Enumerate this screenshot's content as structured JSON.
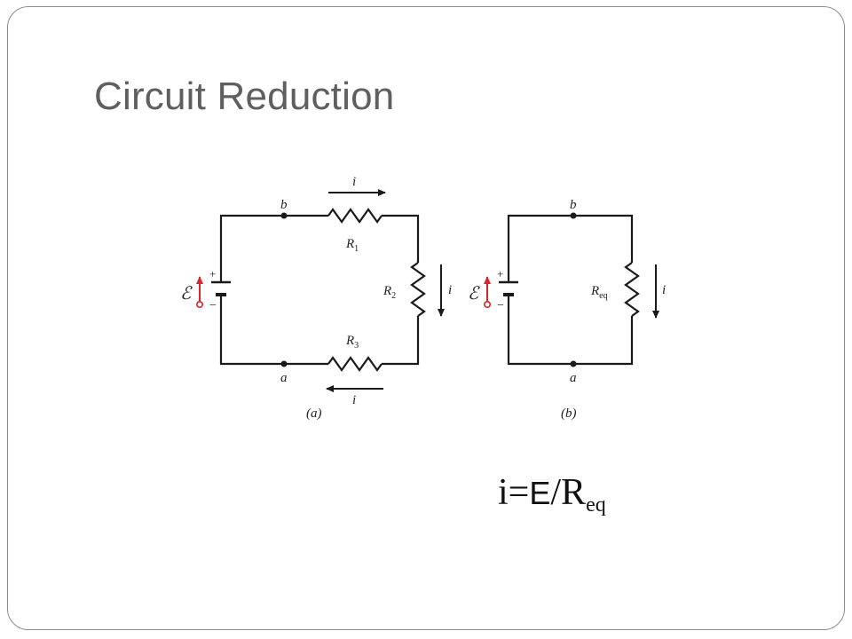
{
  "slide": {
    "title": "Circuit Reduction"
  },
  "circuit_a": {
    "caption": "(a)",
    "node_top": "b",
    "node_bottom": "a",
    "current_label": "i",
    "emf_symbol": "ℰ",
    "plus": "+",
    "minus": "−",
    "r1": {
      "base": "R",
      "sub": "1"
    },
    "r2": {
      "base": "R",
      "sub": "2"
    },
    "r3": {
      "base": "R",
      "sub": "3"
    }
  },
  "circuit_b": {
    "caption": "(b)",
    "node_top": "b",
    "node_bottom": "a",
    "current_label": "i",
    "emf_symbol": "ℰ",
    "plus": "+",
    "minus": "−",
    "req": {
      "base": "R",
      "sub": "eq"
    }
  },
  "formula": {
    "lhs": "i=",
    "emf": "E",
    "slash": "/",
    "base": "R",
    "sub": "eq"
  },
  "colors": {
    "wire": "#1a1a1a",
    "emf_arrow": "#d8262c",
    "title": "#5f5f5f",
    "frame": "#8c8c8c"
  }
}
